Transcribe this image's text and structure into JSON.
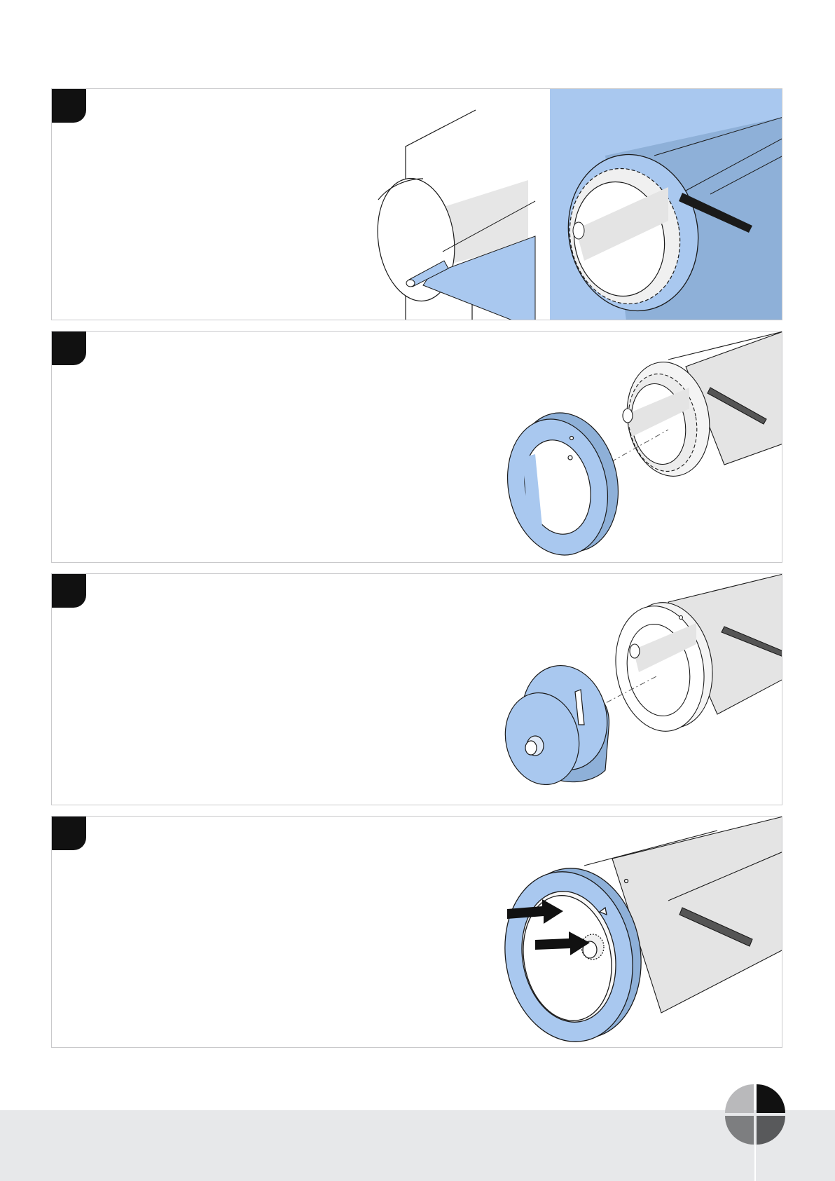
{
  "panels": [
    {
      "id": 1,
      "step_label": "",
      "illustration": "roller-tube-with-fabric"
    },
    {
      "id": 2,
      "step_label": "",
      "illustration": "end-cap-ring-alignment"
    },
    {
      "id": 3,
      "step_label": "",
      "illustration": "end-plug-insertion"
    },
    {
      "id": 4,
      "step_label": "",
      "illustration": "assembled-end-with-arrows"
    }
  ],
  "colors": {
    "highlight": "#a9c8ef",
    "highlight_dark": "#8eb0d8",
    "shade": "#e4e4e4",
    "line": "#1a1a1a",
    "frame": "#c9c9cb",
    "footer": "#e7e8ea"
  },
  "icons": [
    "arrow-right-icon",
    "brand-logo-icon"
  ]
}
